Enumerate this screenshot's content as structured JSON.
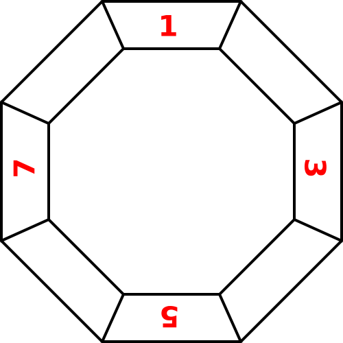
{
  "figure": {
    "kind": "octagonal frame",
    "colors": {
      "background": "#ffffff",
      "outline": "#000000",
      "label": "#ff0000"
    },
    "sides": [
      {
        "id": "top",
        "label": "1"
      },
      {
        "id": "right",
        "label": "3"
      },
      {
        "id": "bottom",
        "label": "5"
      },
      {
        "id": "left",
        "label": "7"
      }
    ]
  }
}
